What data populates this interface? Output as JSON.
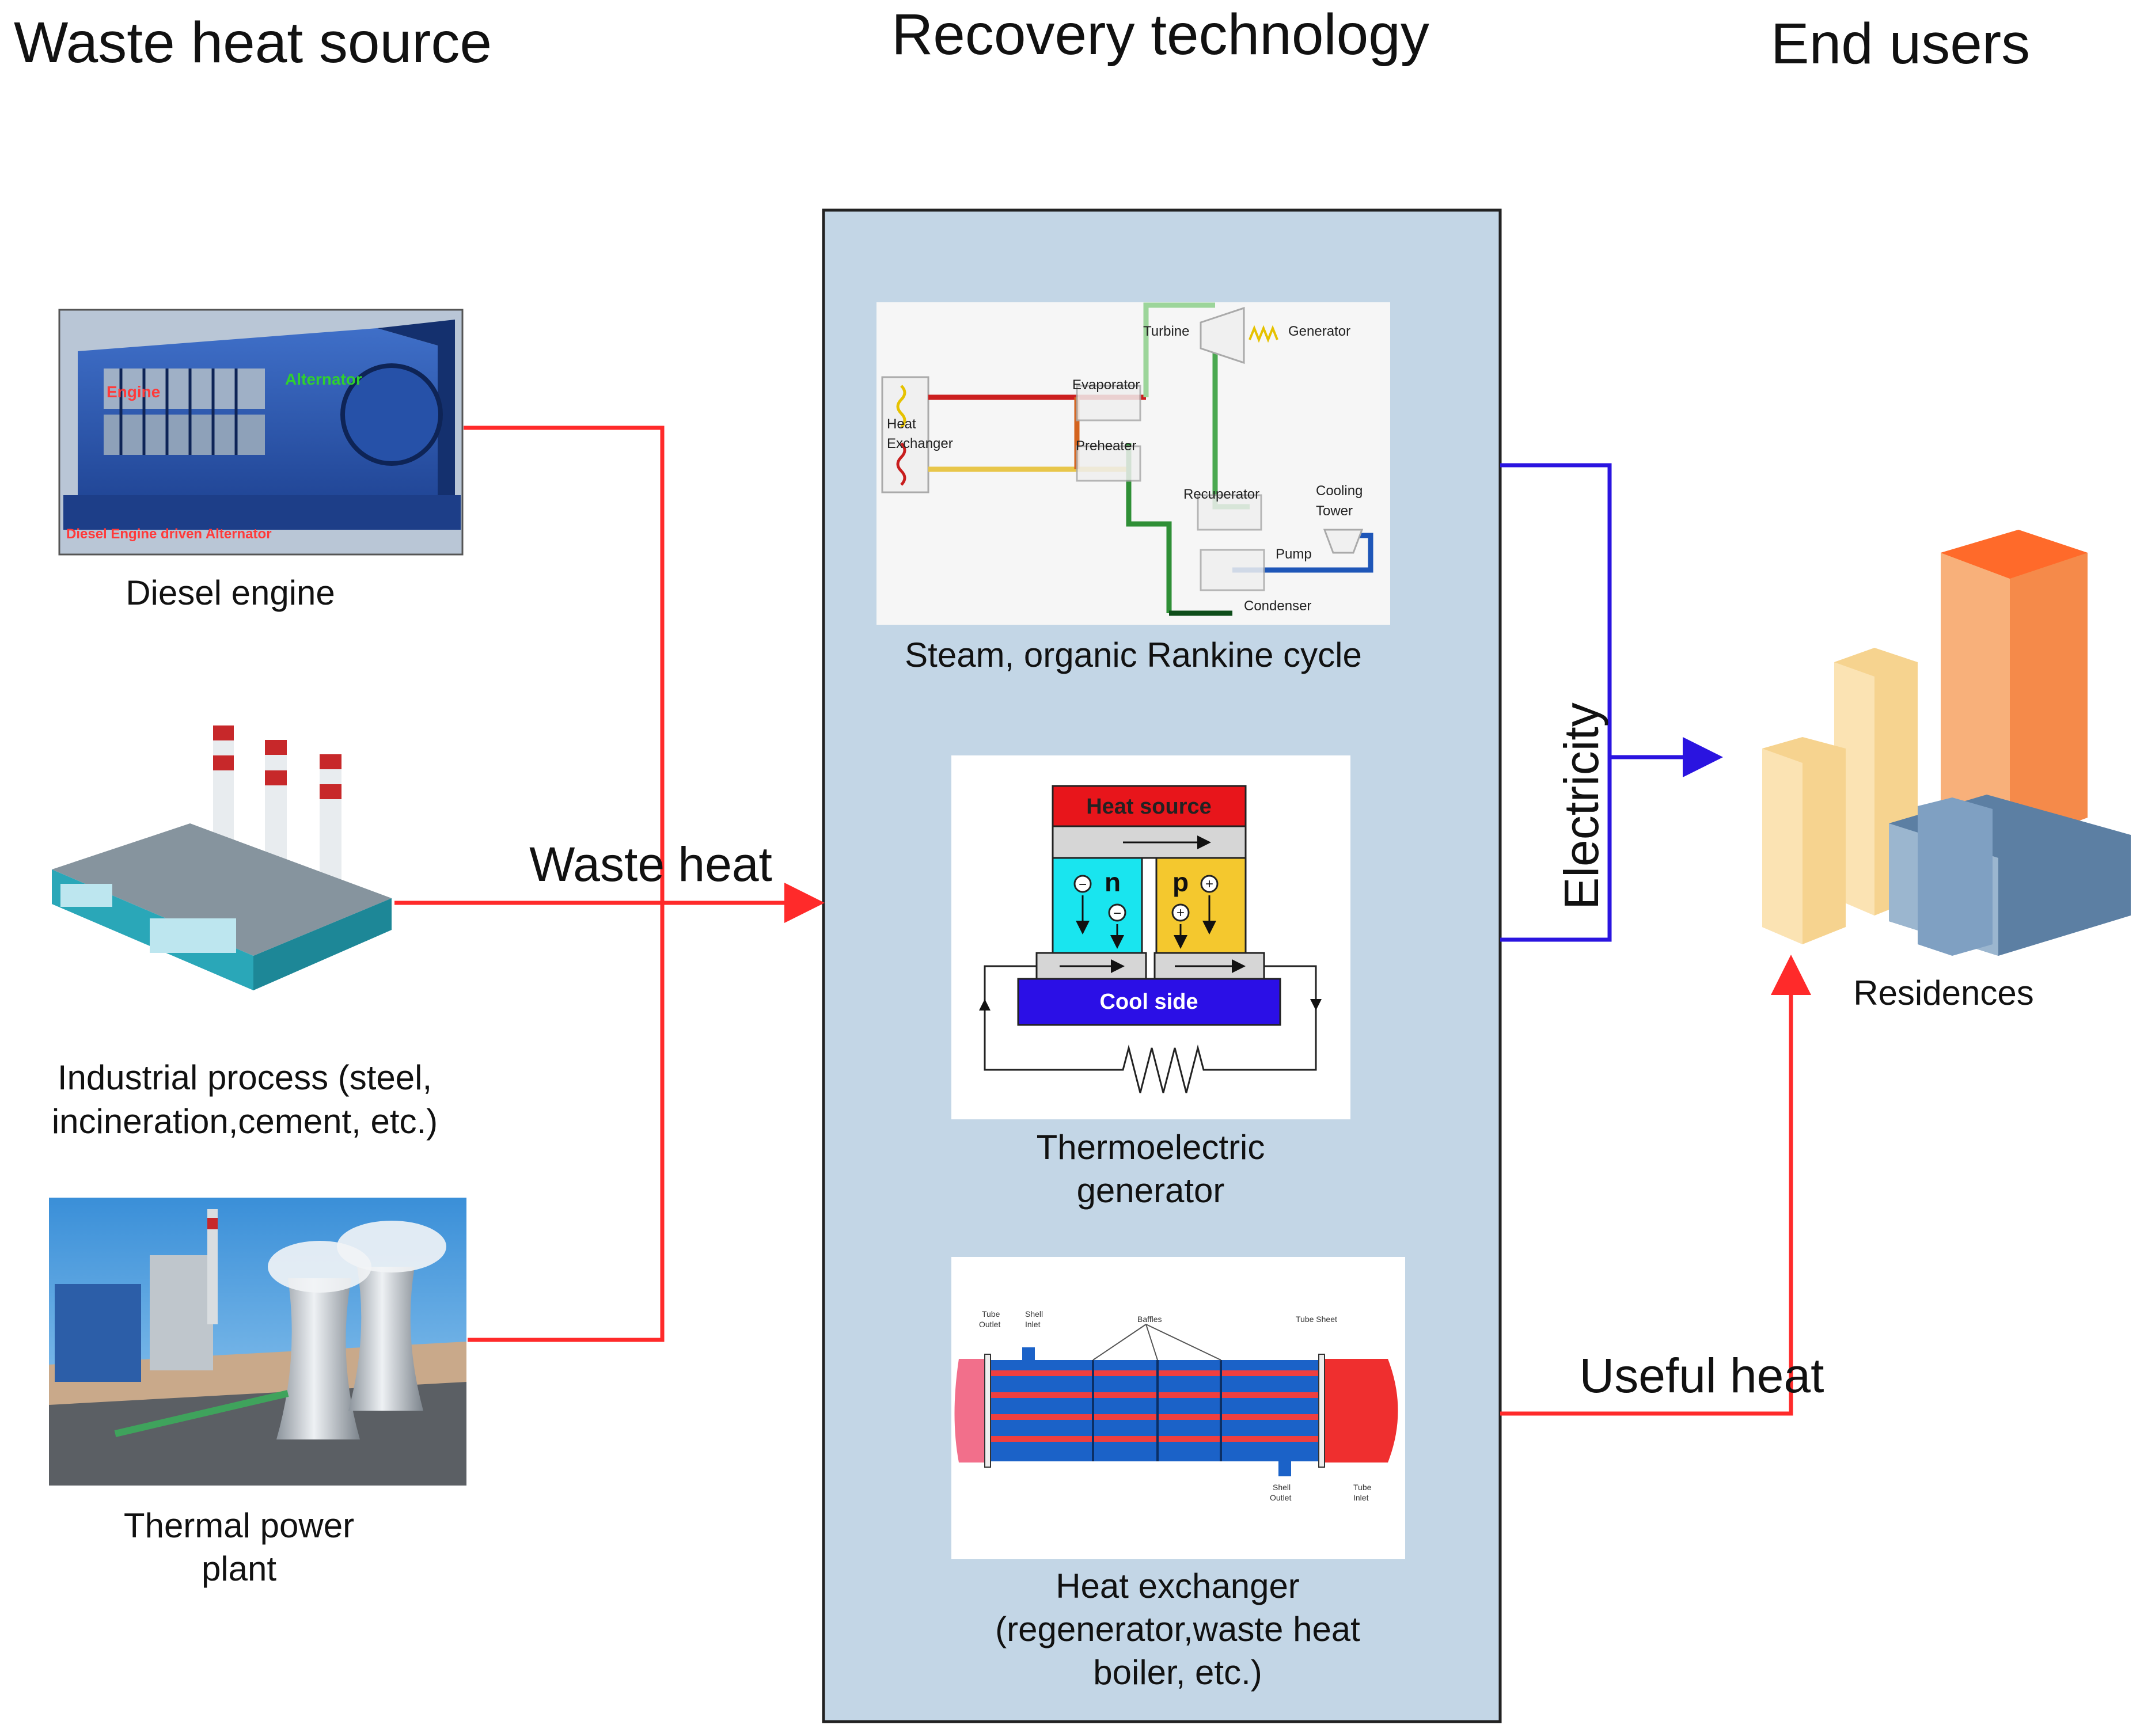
{
  "columns": {
    "source": "Waste heat source",
    "technology": "Recovery technology",
    "users": "End users"
  },
  "sources": {
    "diesel": {
      "caption": "Diesel engine",
      "photo_labels": {
        "engine": "Engine",
        "alternator": "Alternator",
        "banner": "Diesel Engine driven Alternator"
      }
    },
    "industrial": {
      "caption_line1": "Industrial process (steel,",
      "caption_line2": "incineration,cement, etc.)"
    },
    "thermal": {
      "caption_line1": "Thermal power",
      "caption_line2": "plant"
    }
  },
  "flows": {
    "waste_heat": "Waste heat",
    "electricity": "Electricity",
    "useful_heat": "Useful heat"
  },
  "technologies": {
    "orc": {
      "caption": "Steam, organic Rankine cycle",
      "components": {
        "turbine": "Turbine",
        "generator": "Generator",
        "evaporator": "Evaporator",
        "heat": "Heat",
        "exchanger": "Exchanger",
        "preheater": "Preheater",
        "recuperator": "Recuperator",
        "cooling": "Cooling",
        "tower": "Tower",
        "pump": "Pump",
        "condenser": "Condenser"
      }
    },
    "teg": {
      "caption_line1": "Thermoelectric",
      "caption_line2": "generator",
      "hot": "Heat source",
      "cool": "Cool side",
      "n": "n",
      "p": "p",
      "minus": "−",
      "plus": "+"
    },
    "hx": {
      "caption_line1": "Heat exchanger",
      "caption_line2": "(regenerator,waste heat",
      "caption_line3": "boiler, etc.)",
      "parts": {
        "tube_outlet_1": "Tube",
        "tube_outlet_2": "Outlet",
        "shell_inlet_1": "Shell",
        "shell_inlet_2": "Inlet",
        "baffles": "Baffles",
        "tube_sheet": "Tube Sheet",
        "shell_outlet_1": "Shell",
        "shell_outlet_2": "Outlet",
        "tube_inlet_1": "Tube",
        "tube_inlet_2": "Inlet"
      }
    }
  },
  "end_user": {
    "caption": "Residences"
  },
  "colors": {
    "waste_heat": "#ff2a2a",
    "electricity": "#2a14e0",
    "panel_fill": "#c3d6e6",
    "text": "#111111"
  }
}
